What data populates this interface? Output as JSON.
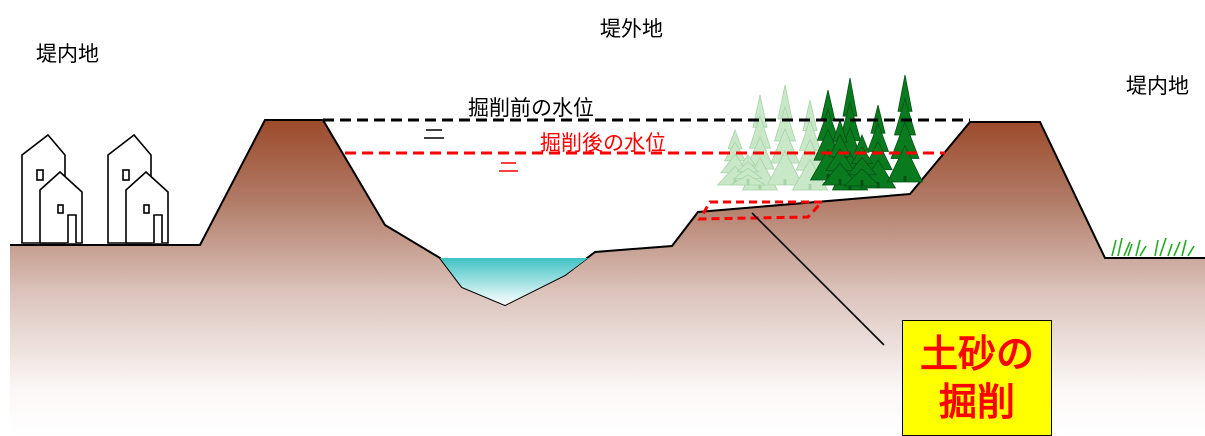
{
  "labels": {
    "left_land": "堤内地",
    "center_land": "堤外地",
    "right_land": "堤内地",
    "water_level_before": "掘削前の水位",
    "water_level_after": "掘削後の水位",
    "callout_line1": "土砂の",
    "callout_line2": "掘削"
  },
  "colors": {
    "embankment_top": "#9c4a2a",
    "ground_fade": "#ffffff",
    "water": "#45c4c6",
    "tree_dark": "#0a7a1f",
    "tree_light": "#c8e8c8",
    "before_line": "#000000",
    "after_line": "#ff0000",
    "callout_fill": "#ffff00",
    "callout_text": "#ff0000",
    "grass": "#22aa22"
  },
  "icons": [
    "house-icon",
    "tree-icon",
    "grass-icon",
    "water-level-mark-icon"
  ]
}
